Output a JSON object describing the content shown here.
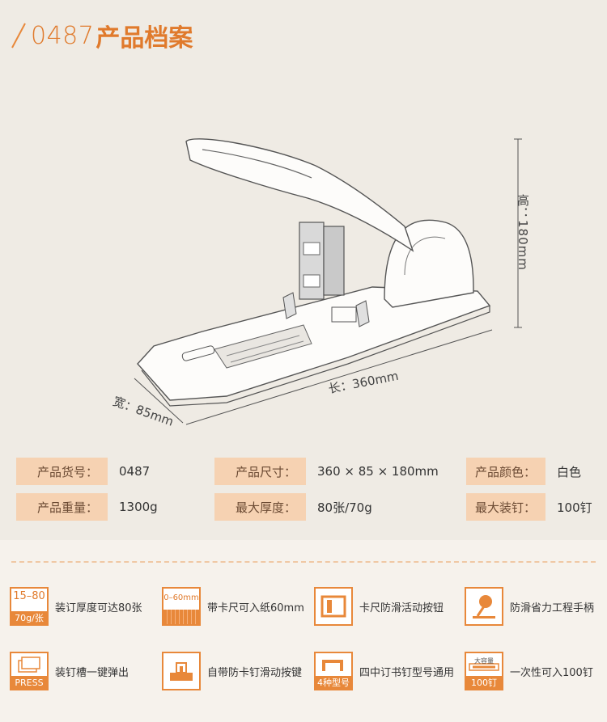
{
  "header": {
    "code": "0487",
    "title": "产品档案"
  },
  "dimensions": {
    "height": "高：180mm",
    "length": "长：360mm",
    "width": "宽：85mm"
  },
  "specs": [
    [
      {
        "label": "产品货号：",
        "value": "0487"
      },
      {
        "label": "产品尺寸：",
        "value": "360 × 85 × 180mm"
      },
      {
        "label": "产品颜色：",
        "value": "白色"
      }
    ],
    [
      {
        "label": "产品重量：",
        "value": "1300g"
      },
      {
        "label": "最大厚度：",
        "value": "80张/70g"
      },
      {
        "label": "最大装钉：",
        "value": "100钉"
      }
    ]
  ],
  "features": [
    {
      "icon": "paper-thickness-icon",
      "icon_top": "15–80",
      "icon_badge": "70g/张",
      "text": "装订厚度可达80张"
    },
    {
      "icon": "ruler-icon",
      "icon_top": "0–60mm",
      "text": "带卡尺可入纸60mm"
    },
    {
      "icon": "sliding-button-icon",
      "text": "卡尺防滑活动按钮"
    },
    {
      "icon": "ergonomic-handle-icon",
      "text": "防滑省力工程手柄"
    },
    {
      "icon": "staple-tray-icon",
      "icon_badge": "PRESS",
      "text": "装钉槽一键弹出"
    },
    {
      "icon": "anti-jam-slider-icon",
      "text": "自带防卡钉滑动按键"
    },
    {
      "icon": "staple-types-icon",
      "icon_badge": "4种型号",
      "text": "四中订书钉型号通用"
    },
    {
      "icon": "capacity-icon",
      "icon_top": "大容量",
      "icon_badge": "100钉",
      "text": "一次性可入100钉"
    }
  ],
  "colors": {
    "accent": "#e8883a",
    "label_bg": "#f6d2b2",
    "background": "#efebe4"
  }
}
